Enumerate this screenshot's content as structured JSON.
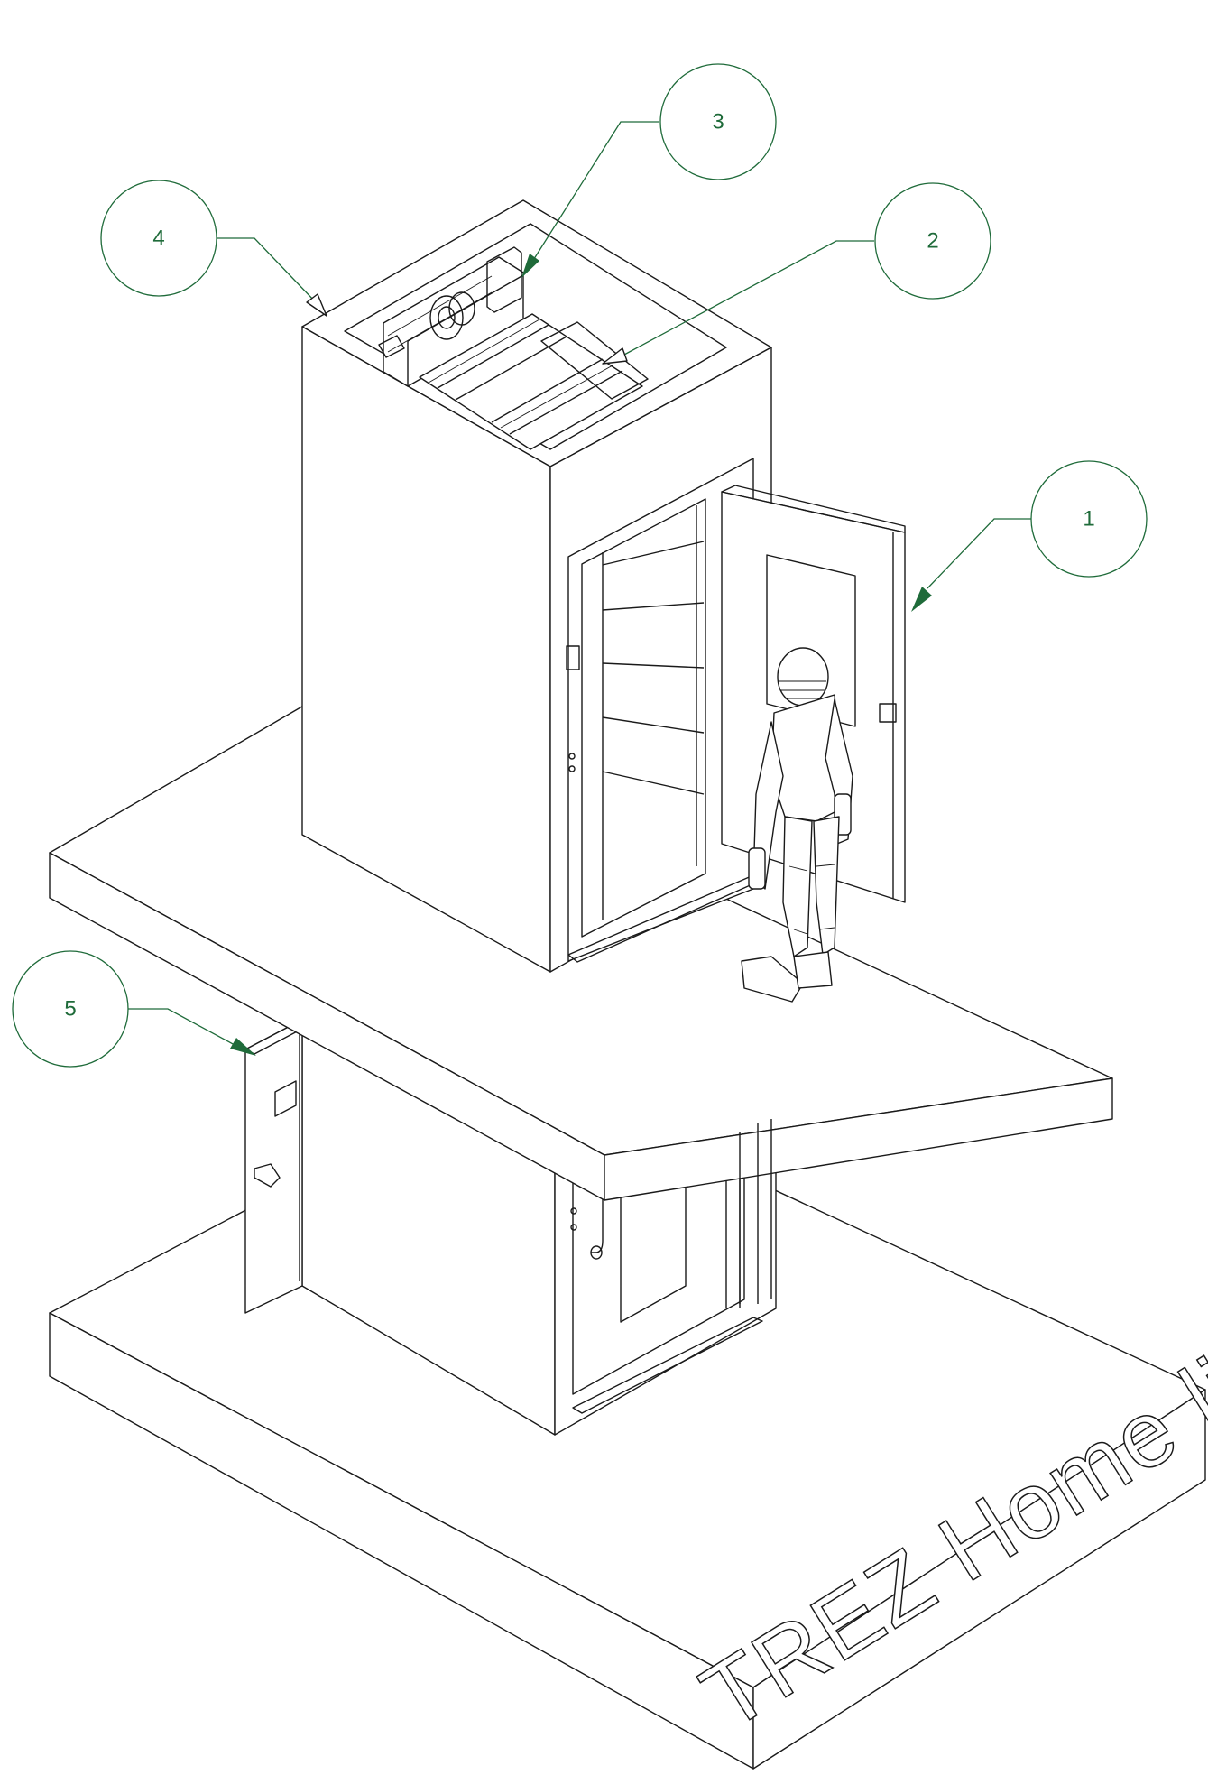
{
  "brand": {
    "text": "TREZ Home lift"
  },
  "callouts": [
    {
      "label": "1",
      "target": "landing-door-upper"
    },
    {
      "label": "2",
      "target": "guide-rails"
    },
    {
      "label": "3",
      "target": "drive-unit"
    },
    {
      "label": "4",
      "target": "shaft-enclosure"
    },
    {
      "label": "5",
      "target": "control-cabinet"
    }
  ],
  "colors": {
    "callout": "#1f6b3a",
    "line": "#1a1a1a",
    "background": "#ffffff"
  }
}
